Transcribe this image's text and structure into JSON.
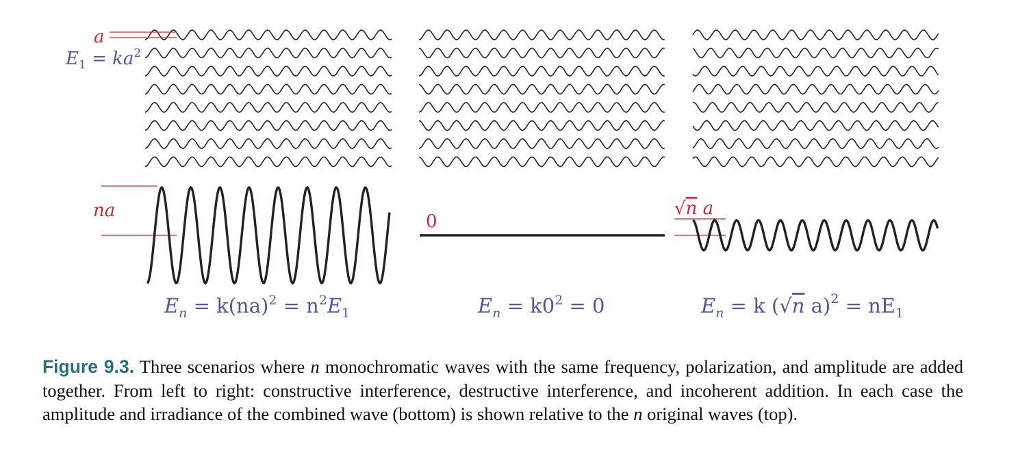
{
  "figure": {
    "label": "Figure 9.3.",
    "caption": {
      "p1": "Three scenarios where ",
      "n1": "n",
      "p2": " monochromatic waves with the same frequency, polarization, and amplitude are added together. From left to right: constructive interference, destructive interference, and incoherent addition. In each case the amplitude and irradiance of the combined wave (bottom) is shown relative to the ",
      "n2": "n",
      "p3": " original waves (top)."
    }
  },
  "panels": {
    "left": {
      "a_label": "a",
      "e1": {
        "E": "E",
        "sub": "1",
        "eq": " = ",
        "ka": "ka",
        "sup": "2"
      },
      "amp_label": "na",
      "formula": {
        "E": "E",
        "sub": "n",
        "eq1": " = k(na)",
        "sup1": "2",
        "eq2": " = n",
        "sup2": "2",
        "E1": "E",
        "sub1": "1"
      }
    },
    "middle": {
      "amp_label": "0",
      "formula": {
        "E": "E",
        "sub": "n",
        "eq1": " = k0",
        "sup": "2",
        "eq2": " = 0"
      }
    },
    "right": {
      "amp_root": "√",
      "amp_n": "n",
      "amp_a": " a",
      "formula": {
        "E": "E",
        "sub": "n",
        "eq1": " = k ",
        "root": "(√",
        "n": "n",
        "a": " a)",
        "sup": "2",
        "eq2": " = nE",
        "sub1": "1"
      }
    }
  },
  "colors": {
    "label_red": "#d9262b",
    "formula_blue": "#4a5aa3",
    "wave": "#222222"
  }
}
